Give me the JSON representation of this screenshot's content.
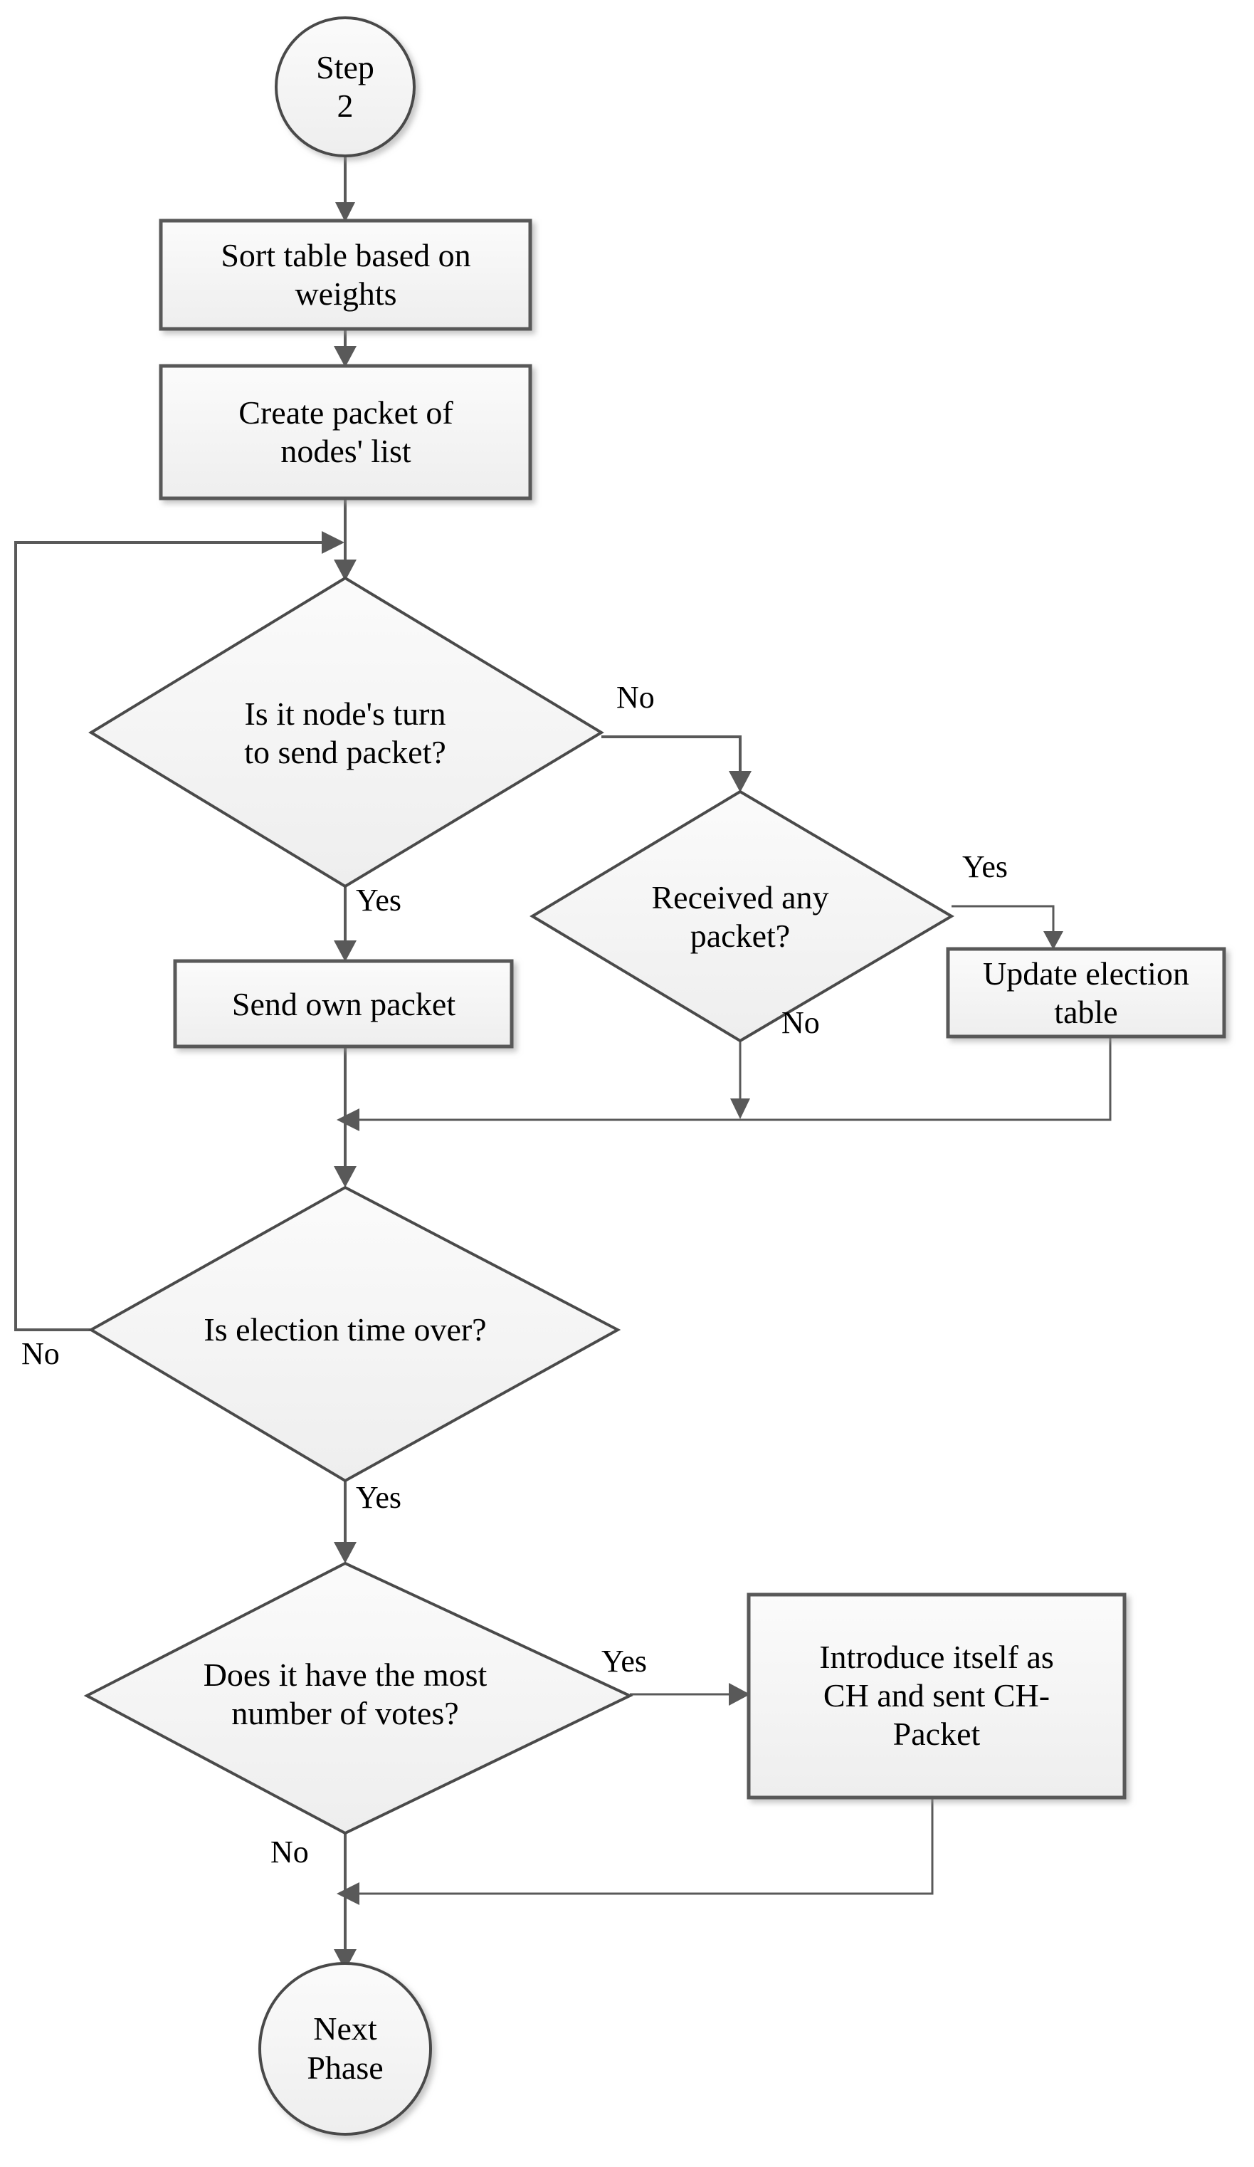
{
  "diagram": {
    "type": "flowchart",
    "title": "Step 2 cluster-head election flowchart",
    "palette": {
      "shape_fill": "#f3f3f3",
      "shape_border": "#595959",
      "connector": "#595959",
      "text": "#000000",
      "background": "#ffffff"
    },
    "nodes": [
      {
        "id": "start",
        "shape": "terminator",
        "label": "Step\n2"
      },
      {
        "id": "sort",
        "shape": "process",
        "label": "Sort table based on\nweights"
      },
      {
        "id": "create",
        "shape": "process",
        "label": "Create packet of\nnodes' list"
      },
      {
        "id": "turn",
        "shape": "decision",
        "label": "Is it node's turn\nto send packet?"
      },
      {
        "id": "received",
        "shape": "decision",
        "label": "Received any\npacket?"
      },
      {
        "id": "update",
        "shape": "process",
        "label": "Update election\ntable"
      },
      {
        "id": "send",
        "shape": "process",
        "label": "Send own packet"
      },
      {
        "id": "timeover",
        "shape": "decision",
        "label": "Is election time over?"
      },
      {
        "id": "mostvotes",
        "shape": "decision",
        "label": "Does it have the most\nnumber of votes?"
      },
      {
        "id": "introduce",
        "shape": "process",
        "label": "Introduce itself as\nCH and sent CH-\nPacket"
      },
      {
        "id": "next",
        "shape": "terminator",
        "label": "Next\nPhase"
      }
    ],
    "edges": [
      {
        "id": "e1",
        "from": "start",
        "to": "sort",
        "label": ""
      },
      {
        "id": "e2",
        "from": "sort",
        "to": "create",
        "label": ""
      },
      {
        "id": "e3",
        "from": "create",
        "to": "turn",
        "label": ""
      },
      {
        "id": "e4",
        "from": "turn",
        "to": "send",
        "label": "Yes"
      },
      {
        "id": "e5",
        "from": "turn",
        "to": "received",
        "label": "No"
      },
      {
        "id": "e6",
        "from": "received",
        "to": "update",
        "label": "Yes"
      },
      {
        "id": "e7",
        "from": "received",
        "to": "merge1",
        "label": "No"
      },
      {
        "id": "e8",
        "from": "update",
        "to": "merge1",
        "label": ""
      },
      {
        "id": "e9",
        "from": "send",
        "to": "timeover",
        "label": ""
      },
      {
        "id": "e10",
        "from": "timeover",
        "to": "turn",
        "label": "No"
      },
      {
        "id": "e11",
        "from": "timeover",
        "to": "mostvotes",
        "label": "Yes"
      },
      {
        "id": "e12",
        "from": "mostvotes",
        "to": "introduce",
        "label": "Yes"
      },
      {
        "id": "e13",
        "from": "mostvotes",
        "to": "next",
        "label": "No"
      },
      {
        "id": "e14",
        "from": "introduce",
        "to": "next",
        "label": ""
      }
    ],
    "edge_labels": {
      "turn_yes": "Yes",
      "turn_no": "No",
      "received_yes": "Yes",
      "received_no": "No",
      "timeover_no": "No",
      "timeover_yes": "Yes",
      "mostvotes_yes": "Yes",
      "mostvotes_no": "No"
    }
  }
}
